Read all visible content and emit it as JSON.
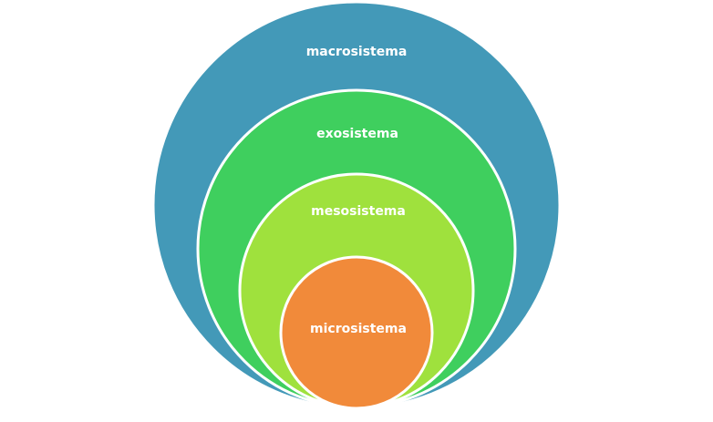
{
  "diagram": {
    "type": "nested-circles",
    "layers": [
      {
        "label": "macrosistema",
        "color": "#4399b8"
      },
      {
        "label": "exosistema",
        "color": "#3fcf5e"
      },
      {
        "label": "mesosistema",
        "color": "#9fe13d"
      },
      {
        "label": "microsistema",
        "color": "#f18a3a"
      }
    ]
  }
}
